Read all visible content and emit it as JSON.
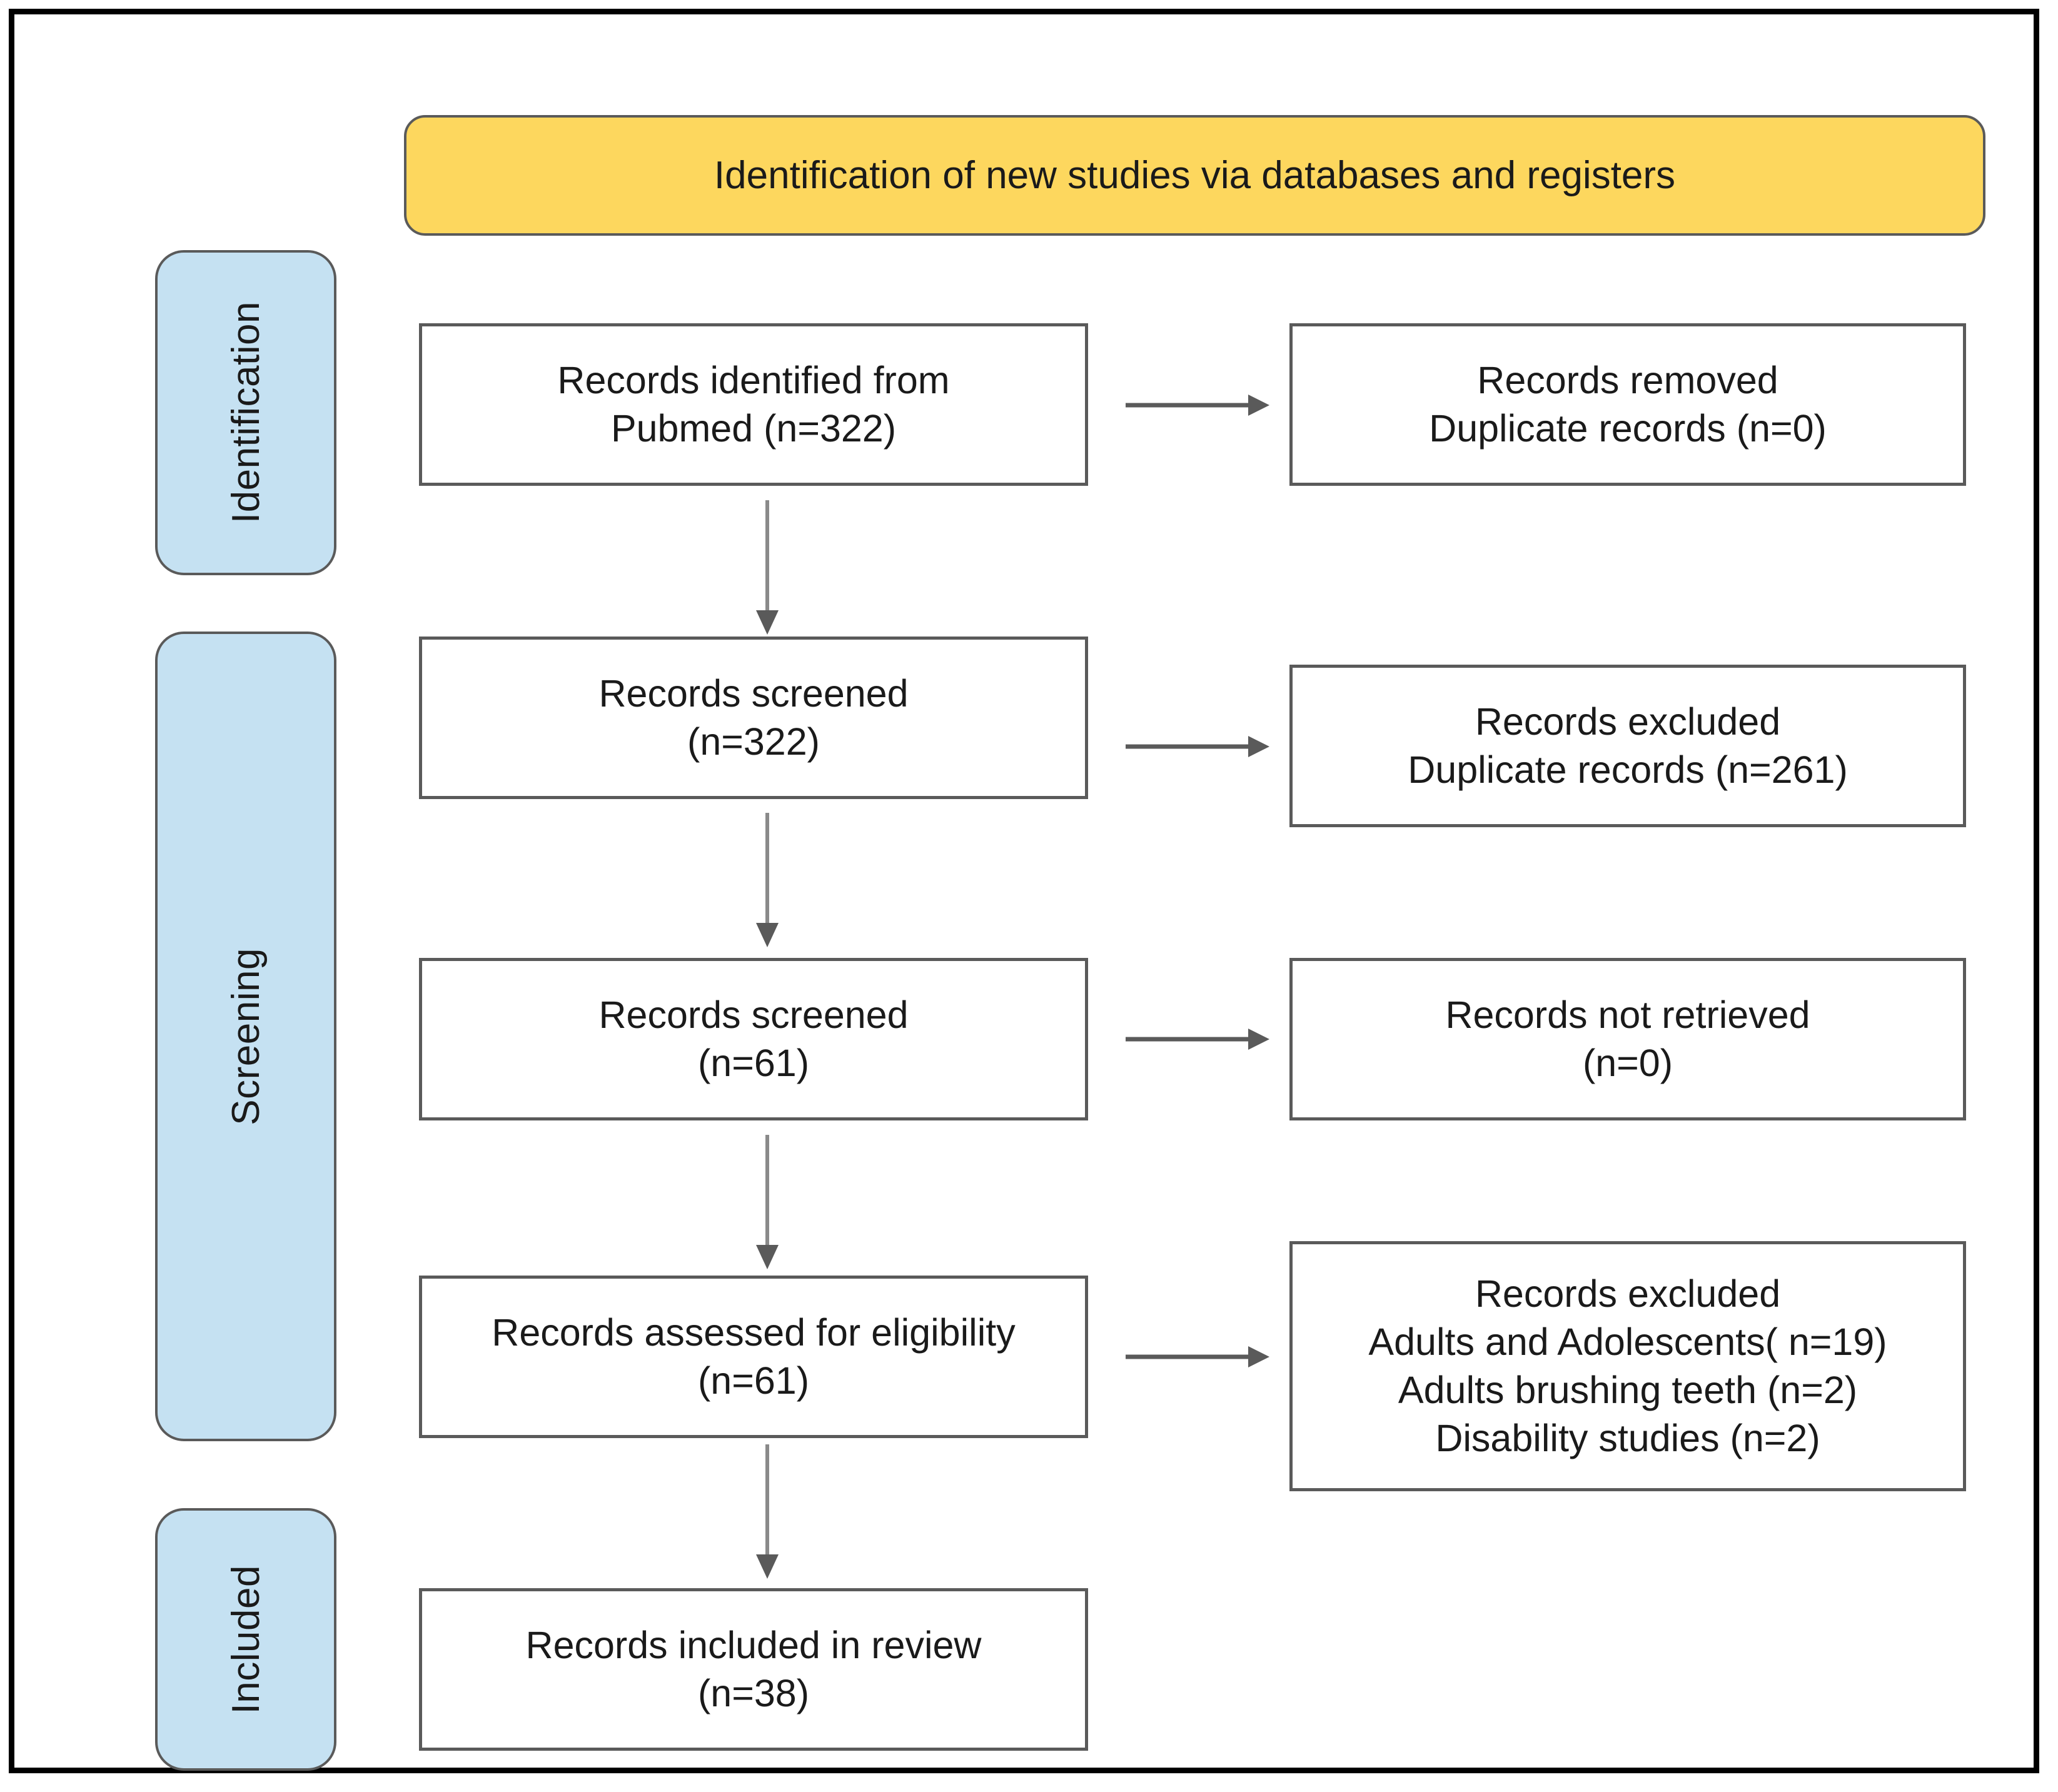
{
  "diagram": {
    "title": "Identification of new studies via databases and registers",
    "stages": [
      {
        "label": "Identification"
      },
      {
        "label": "Screening"
      },
      {
        "label": "Included"
      }
    ],
    "boxes": {
      "identified": {
        "line1": "Records identified from",
        "line2": "Pubmed (n=322)"
      },
      "removed": {
        "line1": "Records removed",
        "line2": "Duplicate records (n=0)"
      },
      "screened_1": {
        "line1": "Records screened",
        "line2": "(n=322)"
      },
      "excluded_1": {
        "line1": "Records excluded",
        "line2": "Duplicate records (n=261)"
      },
      "screened_2": {
        "line1": "Records screened",
        "line2": "(n=61)"
      },
      "not_retrieved": {
        "line1": "Records not retrieved",
        "line2": "(n=0)"
      },
      "eligibility": {
        "line1": "Records assessed for eligibility",
        "line2": "(n=61)"
      },
      "excluded_2": {
        "line1": "Records excluded",
        "line2": "Adults and Adolescents( n=19)",
        "line3": "Adults brushing teeth (n=2)",
        "line4": "Disability studies (n=2)"
      },
      "included": {
        "line1": "Records included in review",
        "line2": "(n=38)"
      }
    },
    "colors": {
      "banner": "#FDD75E",
      "stage_pill": "#C5E1F2",
      "box_border": "#5A5A5A",
      "frame": "#000000",
      "arrow": "#5A5A5A"
    }
  }
}
